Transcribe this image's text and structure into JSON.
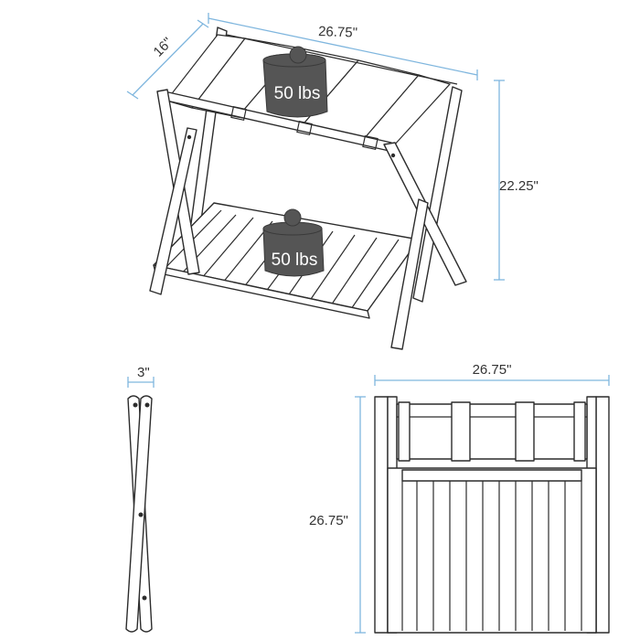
{
  "dimensions": {
    "top_width": "26.75\"",
    "depth": "16\"",
    "height": "22.25\"",
    "side_width": "3\"",
    "front_width": "26.75\"",
    "front_height": "26.75\""
  },
  "weights": {
    "top_label": "50 lbs",
    "bottom_label": "50 lbs"
  },
  "colors": {
    "dimension_line": "#7fb6de",
    "outline": "#2c2c2c",
    "weight_fill": "#555555"
  }
}
